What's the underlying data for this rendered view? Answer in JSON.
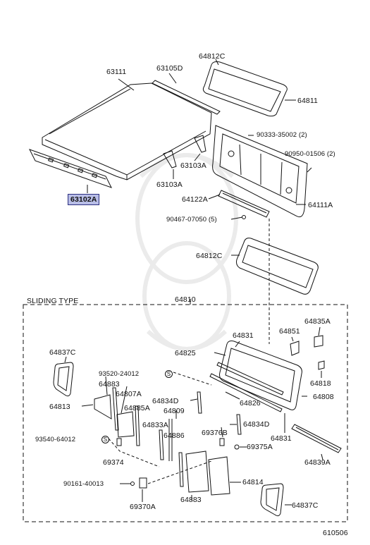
{
  "labels": {
    "p63111": "63111",
    "p63105D": "63105D",
    "p64812C_top": "64812C",
    "p64811": "64811",
    "p90333": "90333-35002 (2)",
    "p90950": "90950-01506 (2)",
    "p63103A_1": "63103A",
    "p63103A_2": "63103A",
    "p64122A": "64122A",
    "p64111A": "64111A",
    "p63102A": "63102A",
    "p90467": "90467-07050 (5)",
    "p64812C_mid": "64812C",
    "sliding_type": "SLIDING TYPE",
    "p64810": "64810",
    "p64835A": "64835A",
    "p64851": "64851",
    "p64831_top": "64831",
    "p64837C_left": "64837C",
    "p64825": "64825",
    "p93520": "93520-24012",
    "p64883_top": "64883",
    "p64807A": "64807A",
    "p64818": "64818",
    "p64813": "64813",
    "p64885A": "64885A",
    "p64834D_1": "64834D",
    "p64826": "64826",
    "p64808": "64808",
    "p64809": "64809",
    "p64833A": "64833A",
    "p64834D_2": "64834D",
    "p93540": "93540-64012",
    "p64886": "64886",
    "p69376B": "69376B",
    "p64831_bot": "64831",
    "p69375A": "69375A",
    "p69374": "69374",
    "p64839A": "64839A",
    "p90161": "90161-40013",
    "p64814": "64814",
    "p69370A": "69370A",
    "p64883_bot": "64883",
    "p64837C_right": "64837C",
    "s1": "S",
    "s2": "S",
    "diagram_number": "610506"
  },
  "colors": {
    "highlight_fill": "#b8bde6",
    "highlight_border": "#2c2f80",
    "line": "#111111"
  }
}
